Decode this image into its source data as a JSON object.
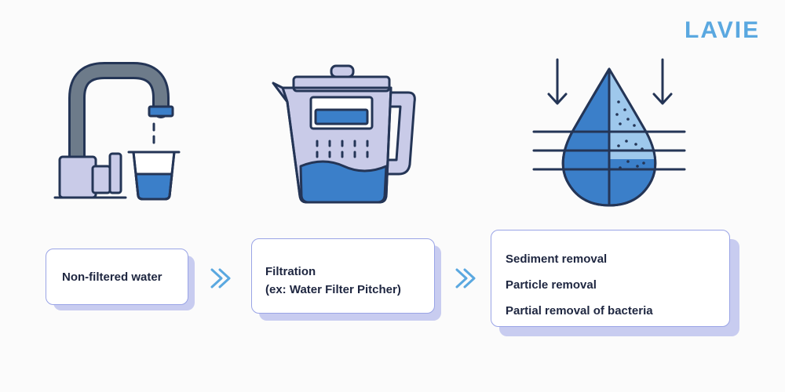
{
  "brand": {
    "logo_text": "LAVIE"
  },
  "colors": {
    "outline": "#243556",
    "blue": "#3b7fc9",
    "light_blue": "#9ec8ec",
    "lavender": "#c9cbe8",
    "gray": "#6d7b8a",
    "accent": "#5aa8e0",
    "card_border": "#9aa4e6",
    "card_shadow": "#c8ccf0"
  },
  "steps": [
    {
      "lines": [
        "Non-filtered water"
      ]
    },
    {
      "lines": [
        "Filtration",
        "(ex: Water Filter Pitcher)"
      ]
    },
    {
      "lines": [
        "Sediment removal",
        "Particle removal",
        "Partial removal of bacteria"
      ]
    }
  ],
  "icons": {
    "step1": "faucet-with-glass-icon",
    "step2": "water-filter-pitcher-icon",
    "step3": "filtered-water-drop-icon",
    "arrow": "double-chevron-right-icon"
  }
}
